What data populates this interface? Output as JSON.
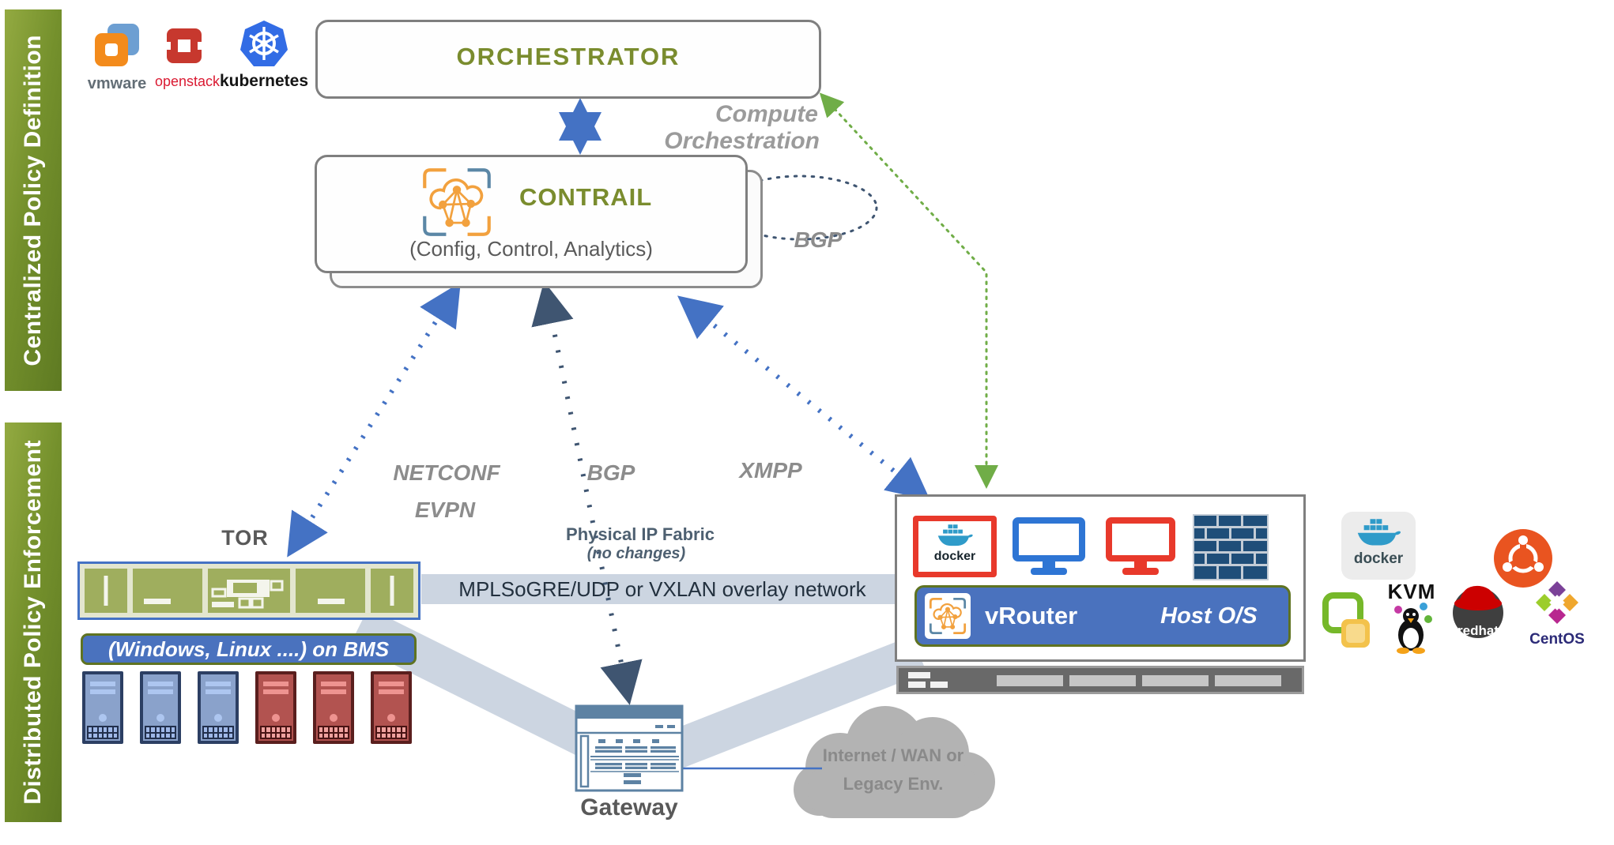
{
  "sidebar": {
    "centralized": "Centralized Policy Definition",
    "distributed": "Distributed Policy Enforcement"
  },
  "platforms": {
    "vmware": "vmware",
    "openstack": "openstack",
    "kubernetes": "kubernetes"
  },
  "orchestrator": {
    "title": "ORCHESTRATOR"
  },
  "contrail": {
    "title": "CONTRAIL",
    "subtitle": "(Config, Control, Analytics)"
  },
  "links": {
    "compute_orchestration_line1": "Compute",
    "compute_orchestration_line2": "Orchestration",
    "bgp_federation": "BGP",
    "netconf_line1": "NETCONF",
    "netconf_line2": "EVPN",
    "bgp": "BGP",
    "xmpp": "XMPP"
  },
  "fabric": {
    "title": "Physical IP Fabric",
    "note": "(no changes)",
    "overlay": "MPLSoGRE/UDP or VXLAN  overlay network"
  },
  "tor": {
    "label": "TOR"
  },
  "bms": {
    "banner": "(Windows, Linux ....) on BMS",
    "servers": [
      "blue",
      "blue",
      "blue",
      "red",
      "red",
      "red"
    ]
  },
  "gateway": {
    "label": "Gateway"
  },
  "wan_cloud": {
    "line1": "Internet / WAN  or",
    "line2": "Legacy Env."
  },
  "host": {
    "docker_label": "docker",
    "vrouter_label": "vRouter",
    "host_os_label": "Host O/S"
  },
  "ecosystem": {
    "docker": "docker",
    "kvm": "KVM",
    "redhat": "redhat",
    "centos": "CentOS"
  },
  "colors": {
    "olive_text": "#7a8c2e",
    "arrow_blue": "#4472c4",
    "arrow_navy": "#3f5571",
    "arrow_green": "#70ad47",
    "band": "#ccd5e1",
    "sidebar_green": "#74902c",
    "bar_blue": "#4a72be"
  }
}
